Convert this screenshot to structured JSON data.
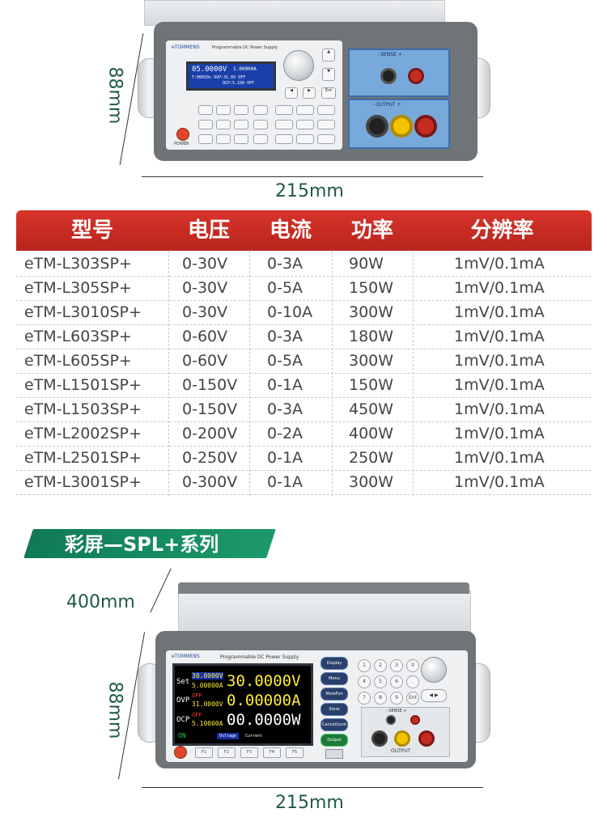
{
  "top_device": {
    "brand": "eTOMMENS",
    "model_text": "Programmable DC Power Supply",
    "lcd_line1_left": "05.0000V",
    "lcd_line1_right": "1.00000A",
    "lcd_line2": "T:00010s OVP:31.0V OFF",
    "lcd_line3": "OCP:5.10A OFF",
    "sense_label": "-  SENSE  +",
    "output_label": "-  OUTPUT  +",
    "power_label": "POWER",
    "dim_height": "88mm",
    "dim_width": "215mm"
  },
  "table": {
    "headers": [
      "型号",
      "电压",
      "电流",
      "功率",
      "分辨率"
    ],
    "rows": [
      [
        "eTM-L303SP+",
        "0-30V",
        "0-3A",
        "90W",
        "1mV/0.1mA"
      ],
      [
        "eTM-L305SP+",
        "0-30V",
        "0-5A",
        "150W",
        "1mV/0.1mA"
      ],
      [
        "eTM-L3010SP+",
        "0-30V",
        "0-10A",
        "300W",
        "1mV/0.1mA"
      ],
      [
        "eTM-L603SP+",
        "0-60V",
        "0-3A",
        "180W",
        "1mV/0.1mA"
      ],
      [
        "eTM-L605SP+",
        "0-60V",
        "0-5A",
        "300W",
        "1mV/0.1mA"
      ],
      [
        "eTM-L1501SP+",
        "0-150V",
        "0-1A",
        "150W",
        "1mV/0.1mA"
      ],
      [
        "eTM-L1503SP+",
        "0-150V",
        "0-3A",
        "450W",
        "1mV/0.1mA"
      ],
      [
        "eTM-L2002SP+",
        "0-200V",
        "0-2A",
        "400W",
        "1mV/0.1mA"
      ],
      [
        "eTM-L2501SP+",
        "0-250V",
        "0-1A",
        "250W",
        "1mV/0.1mA"
      ],
      [
        "eTM-L3001SP+",
        "0-300V",
        "0-1A",
        "300W",
        "1mV/0.1mA"
      ]
    ]
  },
  "banner": {
    "text": "彩屏—SPL+系列"
  },
  "bottom_device": {
    "brand": "eTOMMENS",
    "model_text": "Programmable DC Power Supply",
    "set_label": "Set",
    "set_voltage": "30.0000V",
    "set_current": "5.00000A",
    "ovp_label": "OVP",
    "ovp_state": "OFF",
    "ovp_value": "31.0000V",
    "ocp_label": "OCP",
    "ocp_state": "OFF",
    "ocp_value": "5.10000A",
    "big_voltage": "30.0000V",
    "big_current": "0.00000A",
    "big_power": "00.0000W",
    "on_label": "ON",
    "tabs": [
      "Voltage",
      "Current"
    ],
    "side_buttons": [
      "Display",
      "Menu",
      "MoreFun",
      "Store",
      "Cancel/Lock",
      "Output"
    ],
    "fkeys": [
      "F1",
      "F2",
      "F3",
      "F4",
      "F5"
    ],
    "numpad": [
      "1",
      "2",
      "3",
      "0",
      "4",
      "5",
      "6",
      ".",
      "7",
      "8",
      "9",
      "Ent"
    ],
    "sense_label": "-  SENSE  +",
    "output_label": "OUTPUT",
    "dim_depth": "400mm",
    "dim_height": "88mm",
    "dim_width": "215mm"
  },
  "colors": {
    "table_header": "#c72c22",
    "banner": "#138a5f",
    "dim_text": "#1f5a44",
    "lcd_blue": "#1a3fa8"
  }
}
